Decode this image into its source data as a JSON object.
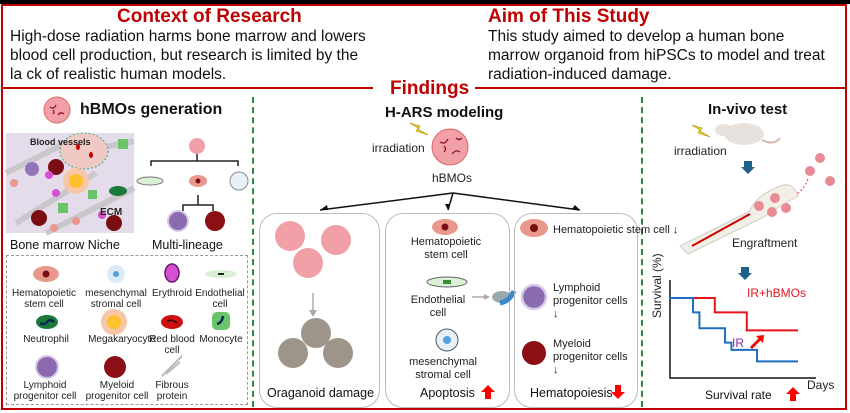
{
  "context": {
    "title": "Context of Research",
    "text": "High-dose radiation harms bone marrow and lowers blood cell production, but research is limited by the la ck of realistic human models."
  },
  "aim": {
    "title": "Aim of This Study",
    "text": "This study aimed to develop a human bone marrow organoid from hiPSCs to model and treat radiation-induced damage."
  },
  "findings": {
    "title": "Findings",
    "generation": {
      "title": "hBMOs generation",
      "niche_label": "Bone marrow Niche",
      "lineage_label": "Multi-lineage",
      "niche_annotations": [
        "Blood vessels",
        "ECM"
      ],
      "legend": [
        {
          "icon": "hematopoietic-stem-cell",
          "label": "Hematopoietic stem cell"
        },
        {
          "icon": "mesenchymal-stromal-cell",
          "label": "mesenchymal stromal cell"
        },
        {
          "icon": "erythroid",
          "label": "Erythroid"
        },
        {
          "icon": "endothelial-cell",
          "label": "Endothelial cell"
        },
        {
          "icon": "neutrophil",
          "label": "Neutrophil"
        },
        {
          "icon": "megakaryocyte",
          "label": "Megakaryocyte"
        },
        {
          "icon": "red-blood-cell",
          "label": "Red blood cell"
        },
        {
          "icon": "monocyte",
          "label": "Monocyte"
        },
        {
          "icon": "lymphoid-progenitor-cell",
          "label": "Lymphoid progenitor cell"
        },
        {
          "icon": "myeloid-progenitor-cell",
          "label": "Myeloid progenitor cell"
        },
        {
          "icon": "fibrous-protein",
          "label": "Fibrous protein"
        }
      ]
    },
    "modeling": {
      "title": "H-ARS modeling",
      "irradiation": "irradiation",
      "organoid": "hBMOs",
      "panels": [
        {
          "caption": "Oraganoid damage"
        },
        {
          "caption": "Apoptosis",
          "trend": "up",
          "cells": [
            "Hematopoietic stem cell",
            "Endothelial cell",
            "mesenchymal stromal cell"
          ]
        },
        {
          "caption": "Hematopoiesis",
          "trend": "down",
          "cells": [
            "Hematopoietic stem cell ↓",
            "Lymphoid progenitor cells ↓",
            "Myeloid progenitor cells ↓"
          ]
        }
      ]
    },
    "invivo": {
      "title": "In-vivo test",
      "irradiation": "irradiation",
      "engraftment": "Engraftment",
      "survival_caption": "Survival rate",
      "survival_trend": "up"
    }
  },
  "chart_data": {
    "type": "line",
    "title": "",
    "xlabel": "Days",
    "ylabel": "Survival (%)",
    "note": "schematic Kaplan-Meier step curves, no tick values shown",
    "series": [
      {
        "name": "IR+hBMOs",
        "color": "#e8141c",
        "steps": [
          [
            0,
            1.0
          ],
          [
            0.35,
            1.0
          ],
          [
            0.35,
            0.8
          ],
          [
            0.6,
            0.8
          ],
          [
            0.6,
            0.55
          ],
          [
            1.0,
            0.55
          ]
        ]
      },
      {
        "name": "IR",
        "color": "#1f6fc0",
        "steps": [
          [
            0,
            1.0
          ],
          [
            0.18,
            1.0
          ],
          [
            0.18,
            0.8
          ],
          [
            0.23,
            0.8
          ],
          [
            0.23,
            0.58
          ],
          [
            0.43,
            0.58
          ],
          [
            0.43,
            0.38
          ],
          [
            0.48,
            0.38
          ],
          [
            0.48,
            0.28
          ],
          [
            0.68,
            0.28
          ],
          [
            0.68,
            0.12
          ],
          [
            1.0,
            0.12
          ]
        ]
      }
    ]
  },
  "colors": {
    "accent": "#c00000",
    "divider": "#2e8b3e",
    "up_arrow": "#ff0000",
    "flow_arrow": "#1f5f8b"
  }
}
